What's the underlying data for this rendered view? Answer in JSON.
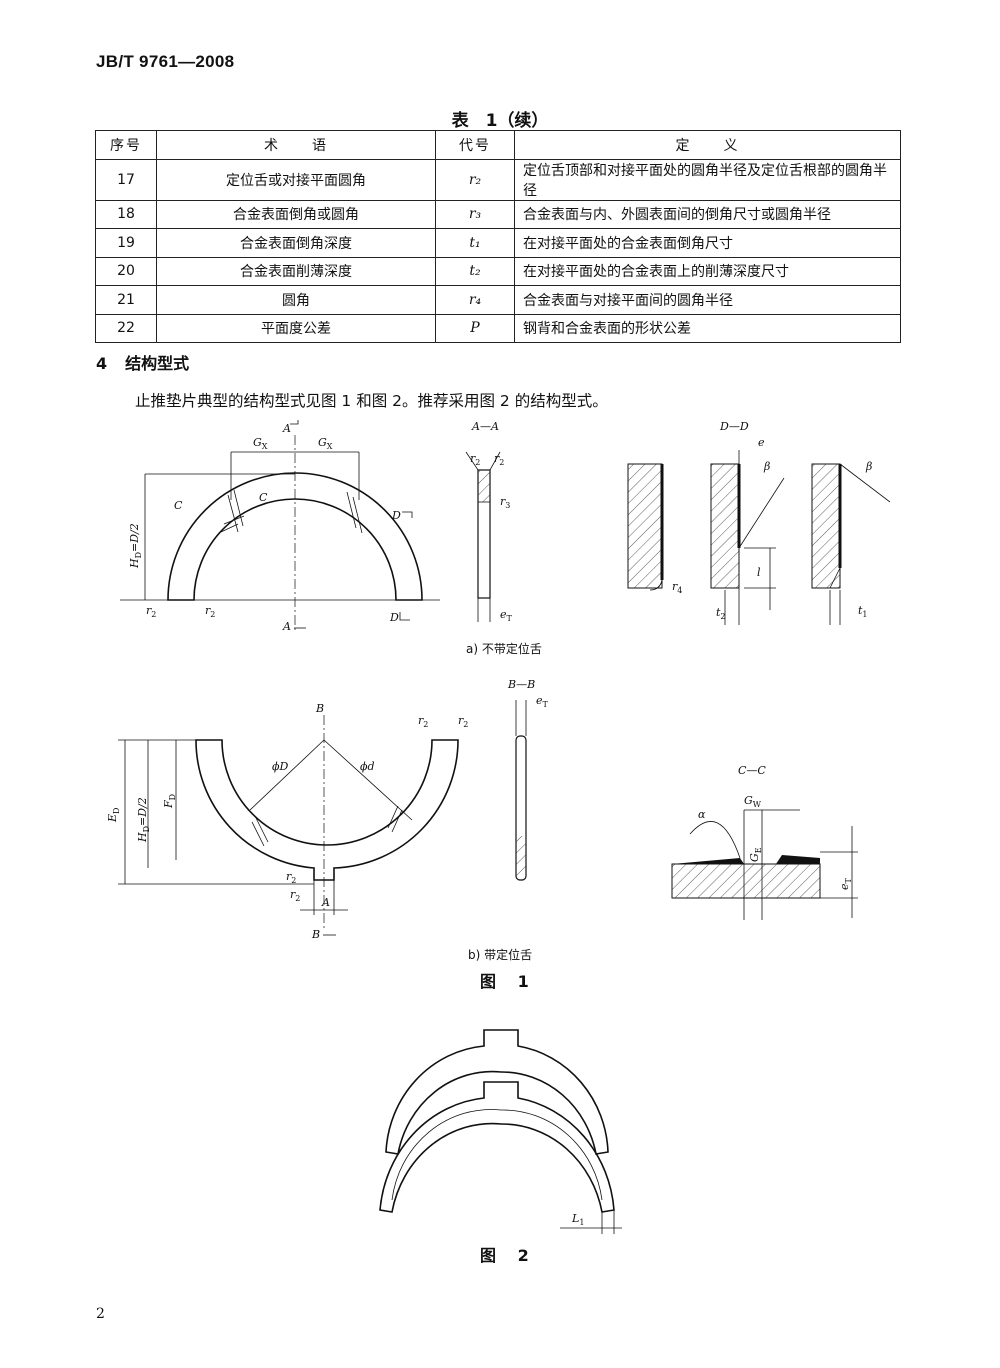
{
  "header": {
    "standard_number": "JB/T 9761—2008"
  },
  "table": {
    "caption": "表　1（续）",
    "columns": [
      "序号",
      "术　　语",
      "代号",
      "定　　义"
    ],
    "rows": [
      {
        "no": "17",
        "term": "定位舌或对接平面圆角",
        "code": "r₂",
        "definition": "定位舌顶部和对接平面处的圆角半径及定位舌根部的圆角半径"
      },
      {
        "no": "18",
        "term": "合金表面倒角或圆角",
        "code": "r₃",
        "definition": "合金表面与内、外圆表面间的倒角尺寸或圆角半径"
      },
      {
        "no": "19",
        "term": "合金表面倒角深度",
        "code": "t₁",
        "definition": "在对接平面处的合金表面倒角尺寸"
      },
      {
        "no": "20",
        "term": "合金表面削薄深度",
        "code": "t₂",
        "definition": "在对接平面处的合金表面上的削薄深度尺寸"
      },
      {
        "no": "21",
        "term": "圆角",
        "code": "r₄",
        "definition": "合金表面与对接平面间的圆角半径"
      },
      {
        "no": "22",
        "term": "平面度公差",
        "code": "P",
        "definition": "钢背和合金表面的形状公差"
      }
    ]
  },
  "section": {
    "number": "4",
    "title": "结构型式"
  },
  "paragraph": "止推垫片典型的结构型式见图 1 和图 2。推荐采用图 2 的结构型式。",
  "figure1": {
    "subcaption_a": "a) 不带定位舌",
    "subcaption_b": "b) 带定位舌",
    "caption": "图 1",
    "labels": {
      "gx": "G",
      "gx_sub": "X",
      "a_a": "A—A",
      "d_d": "D—D",
      "b_b": "B—B",
      "c_c": "C—C",
      "hd": "H",
      "hd_tail": "=D/2",
      "ed": "E",
      "fd": "F",
      "d_sub": "D",
      "e": "e",
      "et": "e",
      "t_sub": "T",
      "r2": "r",
      "r3": "r",
      "r4": "r",
      "t1": "t",
      "t2": "t",
      "l": "l",
      "beta": "β",
      "alpha": "α",
      "gw": "G",
      "gw_sub": "W",
      "ge": "G",
      "ge_sub": "E",
      "phi_d_big": "ϕD",
      "phi_d_small": "ϕd",
      "a": "A",
      "b": "B",
      "c": "C",
      "d": "D",
      "sub1": "1",
      "sub2": "2",
      "sub3": "3",
      "sub4": "4"
    }
  },
  "figure2": {
    "caption": "图 2",
    "label_l": "L",
    "label_l_sub": "1"
  },
  "footer": {
    "page_number": "2"
  }
}
